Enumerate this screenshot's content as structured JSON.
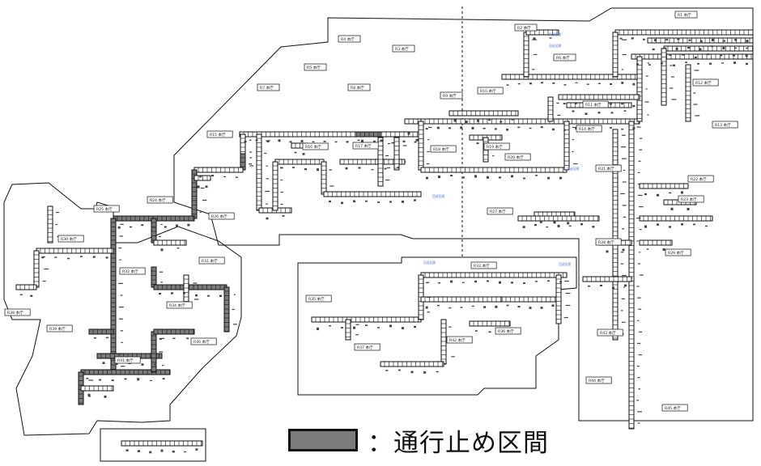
{
  "legend": {
    "label": "：通行止め区間",
    "closed_color": "#7b7b7b"
  },
  "colors": {
    "line": "#111111",
    "open_fill": "#ffffff",
    "closed_fill": "#7b7b7b",
    "annotation": "#4a78c8"
  },
  "route_labels": [
    "R1 本庁",
    "R2 本庁",
    "R3 本庁",
    "R4 本庁",
    "R5 本庁",
    "R6 本庁",
    "R7 本庁",
    "R8 本庁",
    "R9 本庁",
    "R10 本庁",
    "R11 本庁",
    "R12 本庁",
    "R13 本庁",
    "R14 本庁",
    "R15 本庁",
    "R16 本庁",
    "R17 本庁",
    "R18 本庁",
    "R19 本庁",
    "R20 本庁",
    "R21 本庁",
    "R22 本庁",
    "R23 本庁",
    "R24 本庁",
    "R25 本庁",
    "R26 本庁",
    "R27 本庁",
    "R28 本庁",
    "R29 本庁",
    "R30 本庁",
    "R31 本庁",
    "R32 本庁",
    "R33 本庁",
    "R34 本庁",
    "R35 本庁",
    "R36 本庁",
    "R37 本庁",
    "R38 本庁",
    "R39 本庁",
    "R40 本庁",
    "R41 本庁",
    "R42 本庁",
    "R43 本庁",
    "R44 本庁",
    "R45 本庁"
  ],
  "annotations": [
    "回送区間",
    "回送区間",
    "回送区間",
    "回送区間",
    "回送区間",
    "回送区間"
  ]
}
